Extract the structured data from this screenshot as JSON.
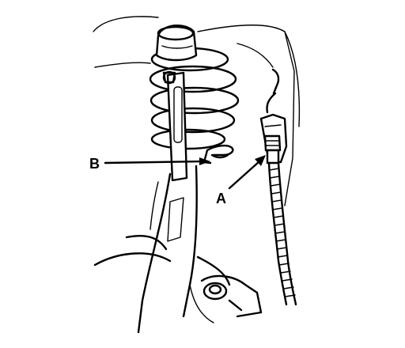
{
  "diagram": {
    "callouts": [
      {
        "id": "b",
        "label": "B"
      },
      {
        "id": "a",
        "label": "A"
      }
    ],
    "colors": {
      "ink": "#000000",
      "paper": "#ffffff"
    }
  }
}
